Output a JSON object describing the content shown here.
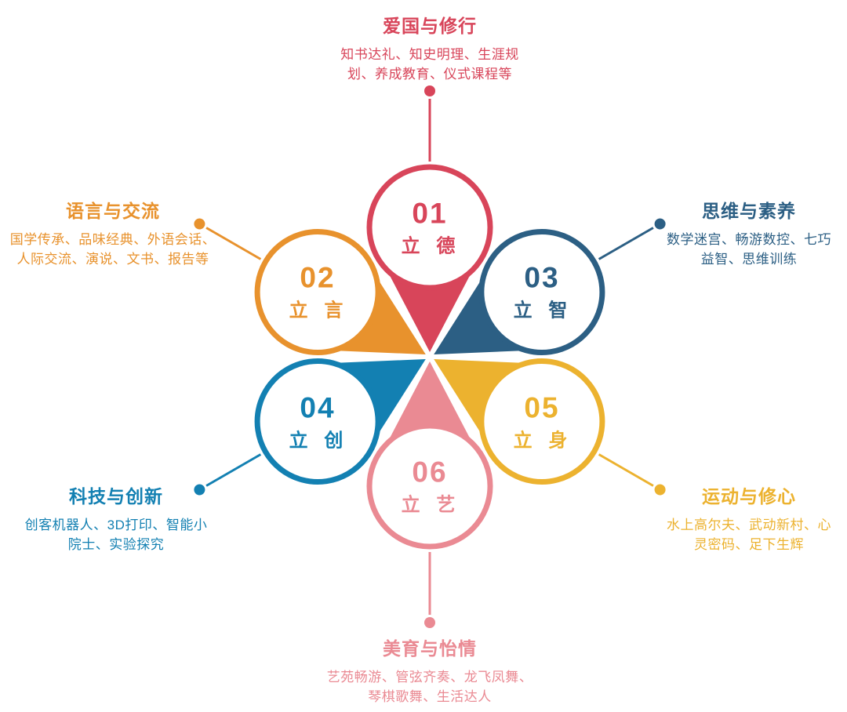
{
  "petals": [
    {
      "num": "01",
      "label": "立 德",
      "color": "#D8455A",
      "title": "爱国与修行",
      "desc1": "知书达礼、知史明理、生涯规",
      "desc2": "划、养成教育、仪式课程等"
    },
    {
      "num": "02",
      "label": "立 言",
      "color": "#E8922D",
      "title": "语言与交流",
      "desc1": "国学传承、品味经典、外语会话、",
      "desc2": "人际交流、演说、文书、报告等"
    },
    {
      "num": "03",
      "label": "立 智",
      "color": "#2C5F84",
      "title": "思维与素养",
      "desc1": "数学迷宫、畅游数控、七巧",
      "desc2": "益智、思维训练"
    },
    {
      "num": "04",
      "label": "立 创",
      "color": "#1380B2",
      "title": "科技与创新",
      "desc1": "创客机器人、3D打印、智能小",
      "desc2": "院士、实验探究"
    },
    {
      "num": "05",
      "label": "立 身",
      "color": "#ECB22F",
      "title": "运动与修心",
      "desc1": "水上高尔夫、武动新村、心",
      "desc2": "灵密码、足下生辉"
    },
    {
      "num": "06",
      "label": "立 艺",
      "color": "#EA8A93",
      "title": "美育与怡情",
      "desc1": "艺苑畅游、管弦齐奏、龙飞凤舞、",
      "desc2": "琴棋歌舞、生活达人"
    }
  ]
}
